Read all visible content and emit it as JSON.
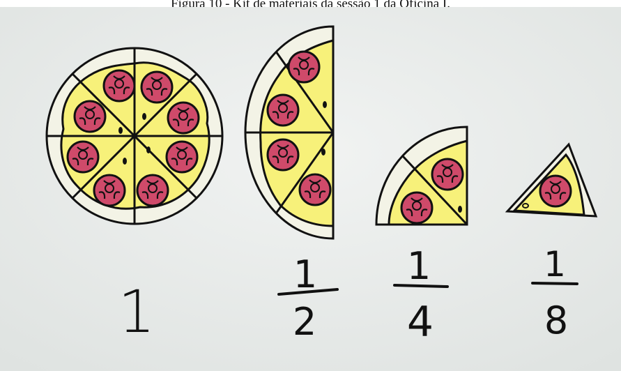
{
  "caption": "Figura 10 - Kit de materiais da sessão 1 da Oficina I.",
  "labels": {
    "whole": "1",
    "half_num": "1",
    "half_den": "2",
    "quarter_num": "1",
    "quarter_den": "4",
    "eighth_num": "1",
    "eighth_den": "8"
  },
  "colors": {
    "board": "#e9ecea",
    "crust": "#f3f3e6",
    "cheese": "#f7f17a",
    "pepperoni": "#cf4a6a",
    "outline": "#111111"
  }
}
